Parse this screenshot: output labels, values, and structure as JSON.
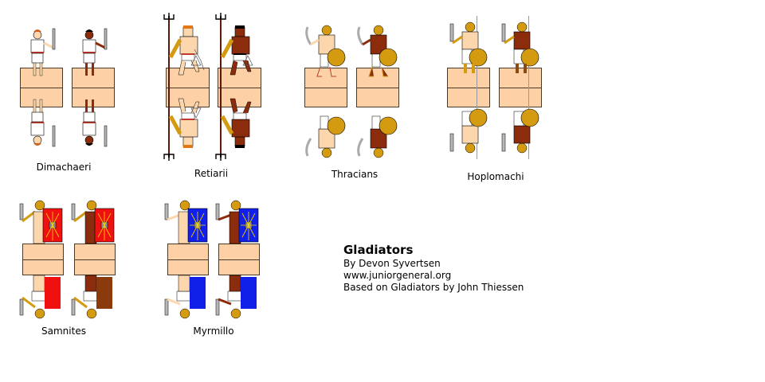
{
  "sheet": {
    "title": "Gladiators",
    "author": "By Devon Syvertsen",
    "website": "www.juniorgeneral.org",
    "source_credit": "Based on Gladiators by John Thiessen"
  },
  "colors": {
    "base": "#fdd0a5",
    "skin_light": "#fcd7ae",
    "skin_dark": "#8b2c0c",
    "bronze": "#d49a10",
    "shield_red": "#f01010",
    "shield_blue": "#1020e8",
    "steel": "#b8b8b8",
    "tunic": "#ffffff"
  },
  "units": [
    {
      "name": "Dimachaeri",
      "weapon": "sword-icon",
      "extra": "none"
    },
    {
      "name": "Retiarii",
      "weapon": "trident-icon",
      "extra": "net-icon"
    },
    {
      "name": "Thracians",
      "weapon": "sica-icon",
      "extra": "round-shield-icon"
    },
    {
      "name": "Hoplomachi",
      "weapon": "spear-icon",
      "extra": "round-shield-icon"
    },
    {
      "name": "Samnites",
      "weapon": "sword-icon",
      "extra": "scutum-red-icon"
    },
    {
      "name": "Myrmillo",
      "weapon": "sword-icon",
      "extra": "scutum-blue-icon"
    }
  ]
}
